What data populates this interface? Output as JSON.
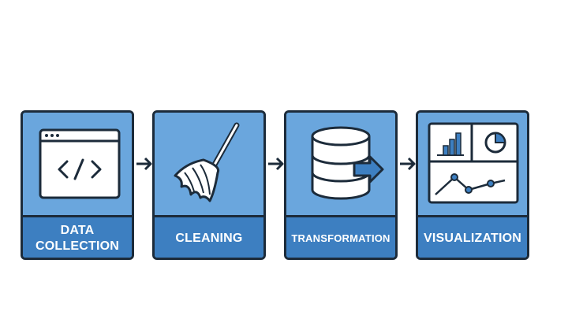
{
  "stages": [
    {
      "label_line1": "DATA",
      "label_line2": "COLLECTION",
      "icon": "code-window-icon"
    },
    {
      "label": "CLEANING",
      "icon": "broom-icon"
    },
    {
      "label": "TRANSFORMATION",
      "icon": "database-export-icon"
    },
    {
      "label": "VISUALIZATION",
      "icon": "dashboard-chart-icon"
    }
  ],
  "colors": {
    "card_top": "#6aa6dd",
    "card_bottom": "#3d7fc1",
    "outline": "#1c2b3a",
    "label_text": "#ffffff"
  }
}
